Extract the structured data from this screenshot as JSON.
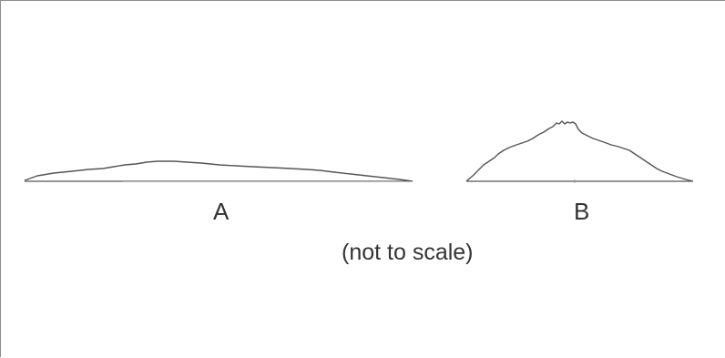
{
  "profiles": [
    {
      "id": "A",
      "label": "A"
    },
    {
      "id": "B",
      "label": "B"
    }
  ],
  "note": "(not to scale)"
}
